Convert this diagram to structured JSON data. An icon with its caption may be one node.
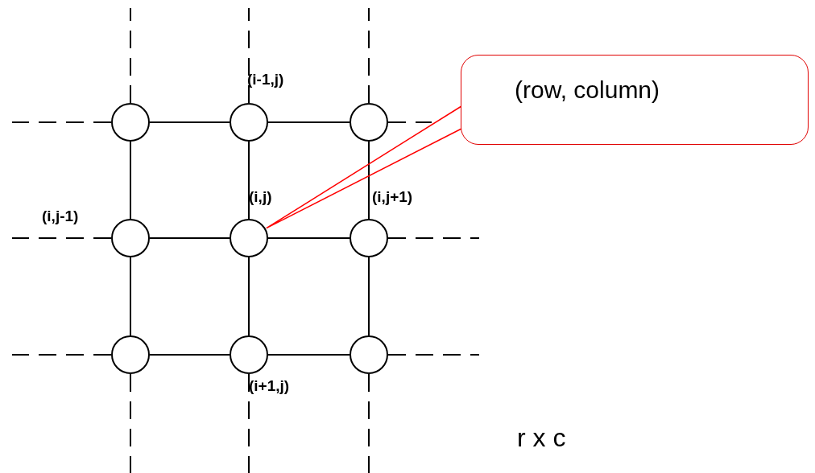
{
  "diagram": {
    "nodes": [
      {
        "text": [],
        "shape": "circle"
      },
      {
        "text": [],
        "shape": "circle",
        "beside": [
          "(i-1,j)"
        ]
      },
      {
        "text": [],
        "shape": "circle"
      },
      {
        "text": [],
        "shape": "circle",
        "beside": [
          "(i,j-1)"
        ]
      },
      {
        "text": [],
        "shape": "circle",
        "beside": [
          "(i,j)"
        ]
      },
      {
        "text": [],
        "shape": "circle",
        "beside": [
          "(i,j+1)"
        ]
      },
      {
        "text": [],
        "shape": "circle"
      },
      {
        "text": [],
        "shape": "circle",
        "beside": [
          "(i+1,j)"
        ]
      },
      {
        "text": [],
        "shape": "circle"
      },
      {
        "text": [
          "(row, column)"
        ]
      }
    ],
    "edges": [
      {
        "from": 0,
        "to": 1,
        "arrow": "none"
      },
      {
        "from": 1,
        "to": 2,
        "arrow": "none"
      },
      {
        "from": 3,
        "to": 4,
        "arrow": "none"
      },
      {
        "from": 4,
        "to": 5,
        "arrow": "none"
      },
      {
        "from": 6,
        "to": 7,
        "arrow": "none"
      },
      {
        "from": 7,
        "to": 8,
        "arrow": "none"
      },
      {
        "from": 0,
        "to": 3,
        "arrow": "none"
      },
      {
        "from": 3,
        "to": 6,
        "arrow": "none"
      },
      {
        "from": 1,
        "to": 4,
        "arrow": "none"
      },
      {
        "from": 4,
        "to": 7,
        "arrow": "none"
      },
      {
        "from": 2,
        "to": 5,
        "arrow": "none"
      },
      {
        "from": 5,
        "to": 8,
        "arrow": "none"
      },
      {
        "from": 0,
        "to": null,
        "arrow": "none",
        "style": "dashed"
      },
      {
        "from": 1,
        "to": null,
        "arrow": "none",
        "style": "dashed"
      },
      {
        "from": 2,
        "to": null,
        "arrow": "none",
        "style": "dashed"
      },
      {
        "from": 0,
        "to": null,
        "arrow": "none",
        "style": "dashed"
      },
      {
        "from": 2,
        "to": null,
        "arrow": "none",
        "style": "dashed"
      },
      {
        "from": 3,
        "to": null,
        "arrow": "none",
        "style": "dashed"
      },
      {
        "from": 5,
        "to": null,
        "arrow": "none",
        "style": "dashed"
      },
      {
        "from": 6,
        "to": null,
        "arrow": "none",
        "style": "dashed"
      },
      {
        "from": 8,
        "to": null,
        "arrow": "none",
        "style": "dashed"
      },
      {
        "from": 6,
        "to": null,
        "arrow": "none",
        "style": "dashed"
      },
      {
        "from": 7,
        "to": null,
        "arrow": "none",
        "style": "dashed"
      },
      {
        "from": 8,
        "to": null,
        "arrow": "none",
        "style": "dashed"
      },
      {
        "from": 9,
        "to": 4,
        "arrow": "none",
        "color": "#ff0000"
      }
    ],
    "labels": [
      "r x c"
    ]
  }
}
